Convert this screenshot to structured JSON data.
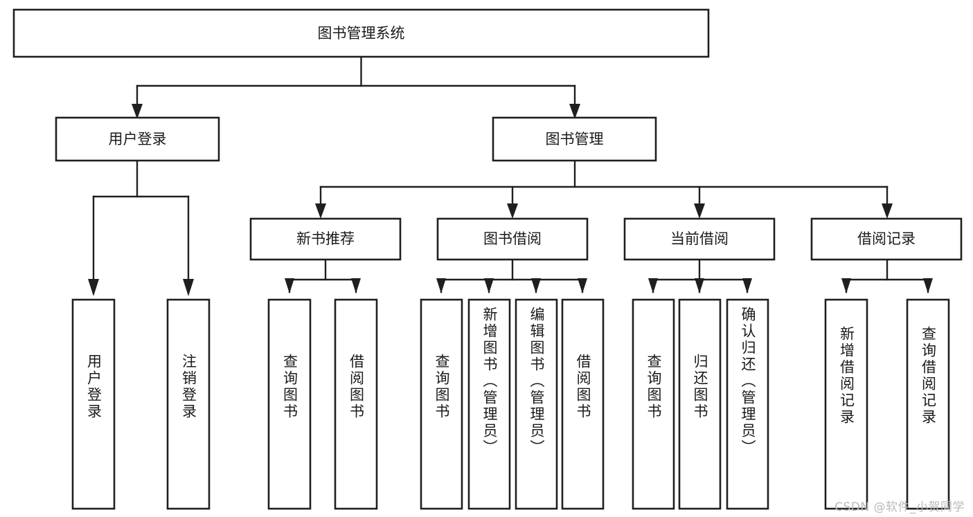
{
  "diagram": {
    "type": "tree",
    "title": "图书管理系统",
    "orientation": "top-down",
    "colors": {
      "box_fill": "#ffffff",
      "box_stroke": "#1f1f1f",
      "text": "#1a1a1a",
      "watermark": "#b9b9b9",
      "background": "#ffffff"
    },
    "root": {
      "label": "图书管理系统"
    },
    "level2": [
      {
        "label": "用户登录"
      },
      {
        "label": "图书管理"
      }
    ],
    "level3": [
      {
        "label": "新书推荐"
      },
      {
        "label": "图书借阅"
      },
      {
        "label": "当前借阅"
      },
      {
        "label": "借阅记录"
      }
    ],
    "leaves": {
      "user_login": [
        {
          "label": "用户登录"
        },
        {
          "label": "注销登录"
        }
      ],
      "new_book": [
        {
          "label": "查询图书"
        },
        {
          "label": "借阅图书"
        }
      ],
      "book_borrow": [
        {
          "label": "查询图书"
        },
        {
          "label": "新增图书（管理员）"
        },
        {
          "label": "编辑图书（管理员）"
        },
        {
          "label": "借阅图书"
        }
      ],
      "current_borrow": [
        {
          "label": "查询图书"
        },
        {
          "label": "归还图书"
        },
        {
          "label": "确认归还（管理员）"
        }
      ],
      "borrow_record": [
        {
          "label": "新增借阅记录"
        },
        {
          "label": "查询借阅记录"
        }
      ]
    }
  },
  "watermark": {
    "text": "CSDN @软件_小贺同学"
  }
}
